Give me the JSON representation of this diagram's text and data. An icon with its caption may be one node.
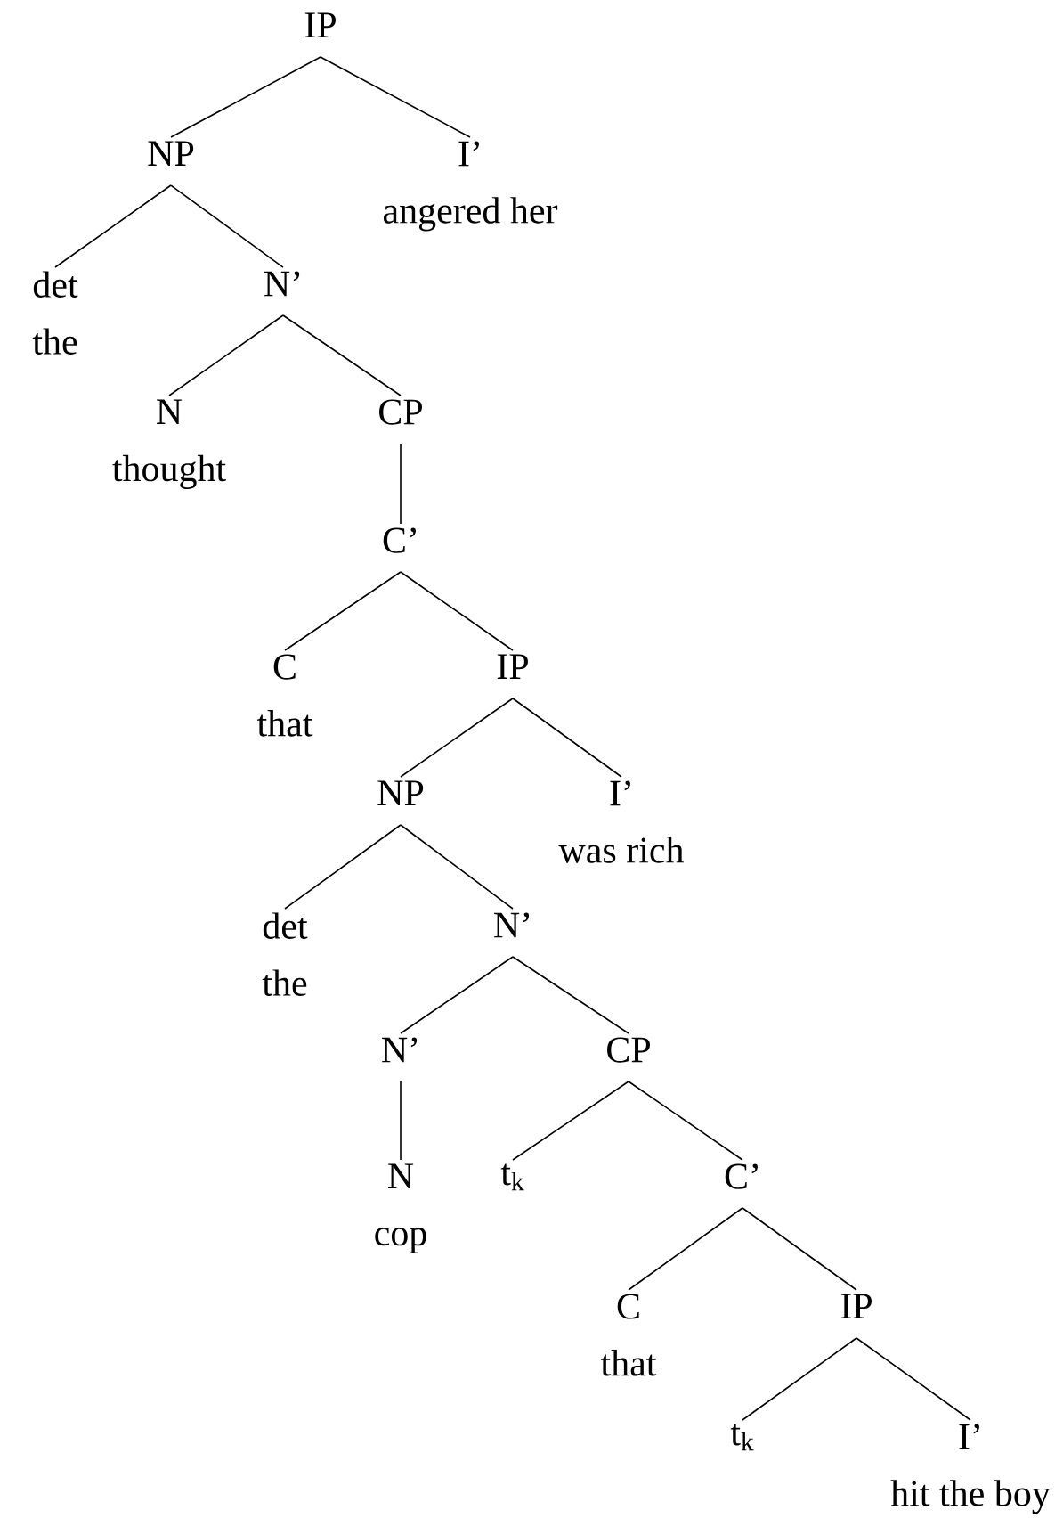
{
  "diagram": {
    "nodes": [
      {
        "text": [
          "IP"
        ]
      },
      {
        "text": [
          "NP"
        ]
      },
      {
        "text": [
          "I’",
          "angered her"
        ]
      },
      {
        "text": [
          "det",
          "the"
        ]
      },
      {
        "text": [
          "N’"
        ]
      },
      {
        "text": [
          "N",
          "thought"
        ]
      },
      {
        "text": [
          "CP"
        ]
      },
      {
        "text": [
          "C’"
        ]
      },
      {
        "text": [
          "C",
          "that"
        ]
      },
      {
        "text": [
          "IP"
        ]
      },
      {
        "text": [
          "NP"
        ]
      },
      {
        "text": [
          "I’",
          "was rich"
        ]
      },
      {
        "text": [
          "det",
          "the"
        ]
      },
      {
        "text": [
          "N’"
        ]
      },
      {
        "text": [
          "N’"
        ]
      },
      {
        "text": [
          "CP"
        ]
      },
      {
        "text": [
          "N",
          "cop"
        ]
      },
      {
        "text": [
          "t$_{k}$"
        ]
      },
      {
        "text": [
          "C’"
        ]
      },
      {
        "text": [
          "C",
          "that"
        ]
      },
      {
        "text": [
          "IP"
        ]
      },
      {
        "text": [
          "t$_{k}$"
        ]
      },
      {
        "text": [
          "I’",
          "hit the boy"
        ]
      }
    ],
    "edges": [
      {
        "from": 0,
        "to": 1,
        "arrow": "none"
      },
      {
        "from": 0,
        "to": 2,
        "arrow": "none"
      },
      {
        "from": 1,
        "to": 3,
        "arrow": "none"
      },
      {
        "from": 1,
        "to": 4,
        "arrow": "none"
      },
      {
        "from": 4,
        "to": 5,
        "arrow": "none"
      },
      {
        "from": 4,
        "to": 6,
        "arrow": "none"
      },
      {
        "from": 6,
        "to": 7,
        "arrow": "none"
      },
      {
        "from": 7,
        "to": 8,
        "arrow": "none"
      },
      {
        "from": 7,
        "to": 9,
        "arrow": "none"
      },
      {
        "from": 9,
        "to": 10,
        "arrow": "none"
      },
      {
        "from": 9,
        "to": 11,
        "arrow": "none"
      },
      {
        "from": 10,
        "to": 12,
        "arrow": "none"
      },
      {
        "from": 10,
        "to": 13,
        "arrow": "none"
      },
      {
        "from": 13,
        "to": 14,
        "arrow": "none"
      },
      {
        "from": 13,
        "to": 15,
        "arrow": "none"
      },
      {
        "from": 14,
        "to": 16,
        "arrow": "none"
      },
      {
        "from": 15,
        "to": 17,
        "arrow": "none"
      },
      {
        "from": 15,
        "to": 18,
        "arrow": "none"
      },
      {
        "from": 18,
        "to": 19,
        "arrow": "none"
      },
      {
        "from": 18,
        "to": 20,
        "arrow": "none"
      },
      {
        "from": 20,
        "to": 21,
        "arrow": "none"
      },
      {
        "from": 20,
        "to": 22,
        "arrow": "none"
      }
    ]
  }
}
